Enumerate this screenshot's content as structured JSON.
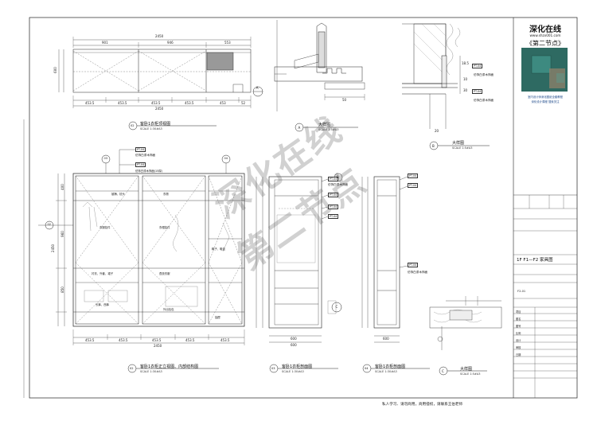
{
  "brand": {
    "name": "深化在线",
    "url": "www.shzx001.com",
    "course": "《第二节点》",
    "tagline_1": "室内设计师深化图纸全套教程",
    "tagline_2": "深化设计课程 搜索关注"
  },
  "footer_note": "私人学习、请勿商用，商用侵权，请联系王伯老师",
  "watermarks": [
    "深化在线",
    "第二节点"
  ],
  "drawing_title": "1F F1—F2 家具图",
  "views": {
    "v02_top": {
      "number": "02",
      "title": "客卧1衣柜顶视图",
      "scale": "SCALE  1:30#A3"
    },
    "v02_front": {
      "number": "02",
      "title": "客卧1衣柜正立视图、内部结构图",
      "scale": "SCALE  1:30#A3"
    },
    "v03_section": {
      "number": "03",
      "title": "客卧1衣柜剖面图",
      "scale": "SCALE  1:30#A3"
    },
    "v04_section": {
      "number": "04",
      "title": "客卧1衣柜剖面图",
      "scale": "SCALE  1:30#A3"
    },
    "detail_a": {
      "label": "A",
      "title": "大样图",
      "scale": "SCALE  1:5#A3"
    },
    "detail_b": {
      "label": "B",
      "title": "大样图",
      "scale": "SCALE  1:5#A3"
    },
    "detail_c": {
      "label": "C",
      "title": "大样图",
      "scale": "SCALE  1:5#A3"
    }
  },
  "dims": {
    "top_total": "2450",
    "top_parts": [
      "901",
      "946",
      "553"
    ],
    "top_bottom": [
      "453.5",
      "453.5",
      "453.5",
      "453.5",
      "453",
      "52"
    ],
    "front_bottom": [
      "453.5",
      "453.5",
      "453.5",
      "453.5",
      "453.5"
    ],
    "front_total": "2450",
    "front_height": "2450",
    "front_left": [
      "400",
      "960",
      "850"
    ],
    "section_width": "600",
    "top_depth": "600",
    "detail_a_width": "50"
  },
  "materials": [
    "PT-04",
    "仿饰白漆木饰面",
    "仿饰白漆木饰面(15厚)"
  ],
  "section_tags": [
    "PT-04",
    "PT-04",
    "PT-04",
    "PT-04",
    "PT-04"
  ],
  "section_note": "仿饰白漆木饰面",
  "detail_b_tags": [
    "PT-04",
    "PT-04"
  ],
  "detail_b_notes": [
    "仿饰白漆木饰面",
    "仿饰白漆木饰面"
  ],
  "detail_b_dims": [
    "18.5",
    "10",
    "30",
    "20"
  ],
  "interior_labels": [
    "被褥、枕头",
    "衣服挂件",
    "衣物",
    "衣帽挂件",
    "衬衣、外套、裙子",
    "长裤、西裤",
    "叠放衣服",
    "外出包包",
    "鞋子、鞋盒",
    "抽屉"
  ],
  "title_block": {
    "labels": [
      "项目",
      "图名",
      "图号",
      "比例",
      "设计",
      "审核",
      "日期"
    ],
    "sheet_no": "F2-01"
  },
  "colors": {
    "line": "#222222",
    "dash": "#555555",
    "book": "#2e6a62"
  }
}
